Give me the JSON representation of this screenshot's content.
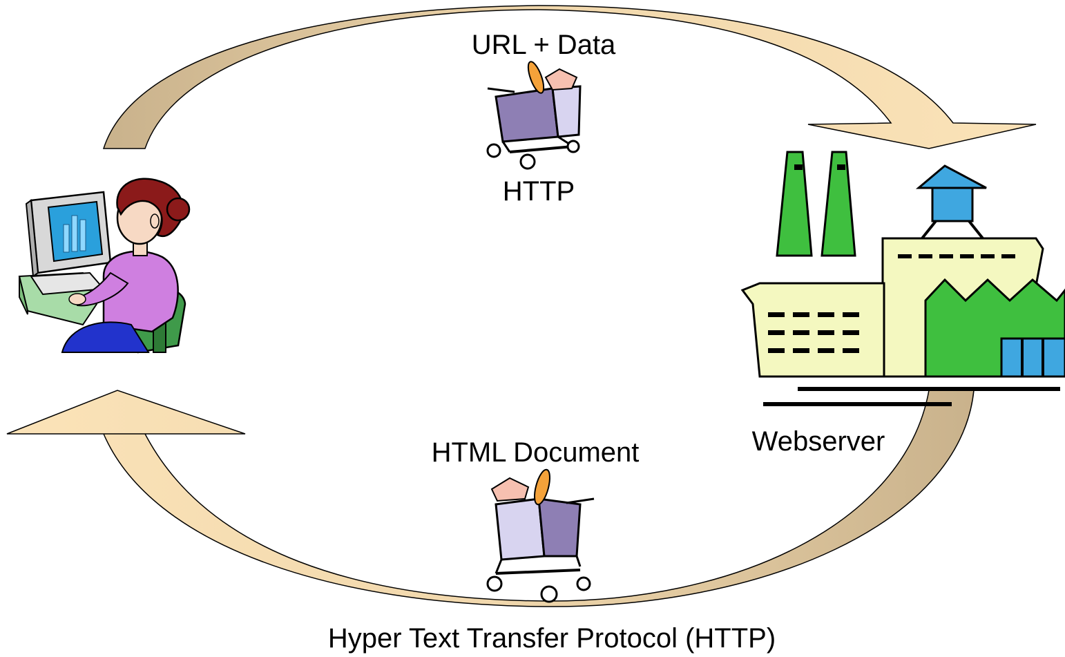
{
  "labels": {
    "request_data": "URL + Data",
    "request_protocol": "HTTP",
    "response_document": "HTML Document",
    "server": "Webserver",
    "caption": "Hyper Text Transfer Protocol (HTTP)"
  },
  "icons": {
    "client": "user-at-computer-icon",
    "server": "factory-webserver-icon",
    "request_cart": "shopping-cart-icon",
    "response_cart": "shopping-cart-icon"
  },
  "colors": {
    "arrow_fill": "#f6dcae",
    "arrow_shade": "#c9b28c",
    "factory_green": "#3fbf3f",
    "factory_cream": "#f4f8c0",
    "tank_blue": "#3fa7e0",
    "cart_purple": "#8e7fb4",
    "cart_light": "#d8d4f0",
    "person_hair": "#8b1a1a",
    "person_shirt": "#cf7fe0",
    "skin": "#f7d9c4",
    "monitor_screen": "#2aa0dc",
    "chair": "#3f9a4a",
    "desk": "#a8dca8"
  }
}
